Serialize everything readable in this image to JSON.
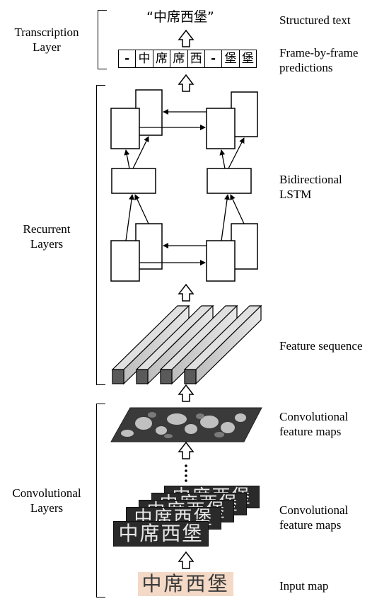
{
  "labels": {
    "transcription_layer": [
      "Transcription",
      "Layer"
    ],
    "recurrent_layers": [
      "Recurrent",
      "Layers"
    ],
    "convolutional_layers": [
      "Convolutional",
      "Layers"
    ],
    "structured_text": "Structured text",
    "frame_predictions": [
      "Frame-by-frame",
      "predictions"
    ],
    "bidirectional_lstm": [
      "Bidirectional",
      "LSTM"
    ],
    "feature_sequence": "Feature sequence",
    "conv_feature_maps_top": [
      "Convolutional",
      "feature maps"
    ],
    "conv_feature_maps_bottom": [
      "Convolutional",
      "feature maps"
    ],
    "input_map": "Input map"
  },
  "output_text": "“中席西堡”",
  "frame_predictions": [
    "-",
    "中",
    "席",
    "席",
    "西",
    "-",
    "堡",
    "堡"
  ],
  "input_chars": "中席西堡",
  "feature_map_chars": "中席西堡",
  "colors": {
    "input_bg": "#f3d9c6",
    "input_text": "#3a3a3a",
    "map_bg": "#2a2a2a",
    "map_text": "#e8e8e8",
    "prism_side": "#9a9a9a",
    "prism_top": "#d8d8d8",
    "prism_front": "#5a5a5a"
  }
}
